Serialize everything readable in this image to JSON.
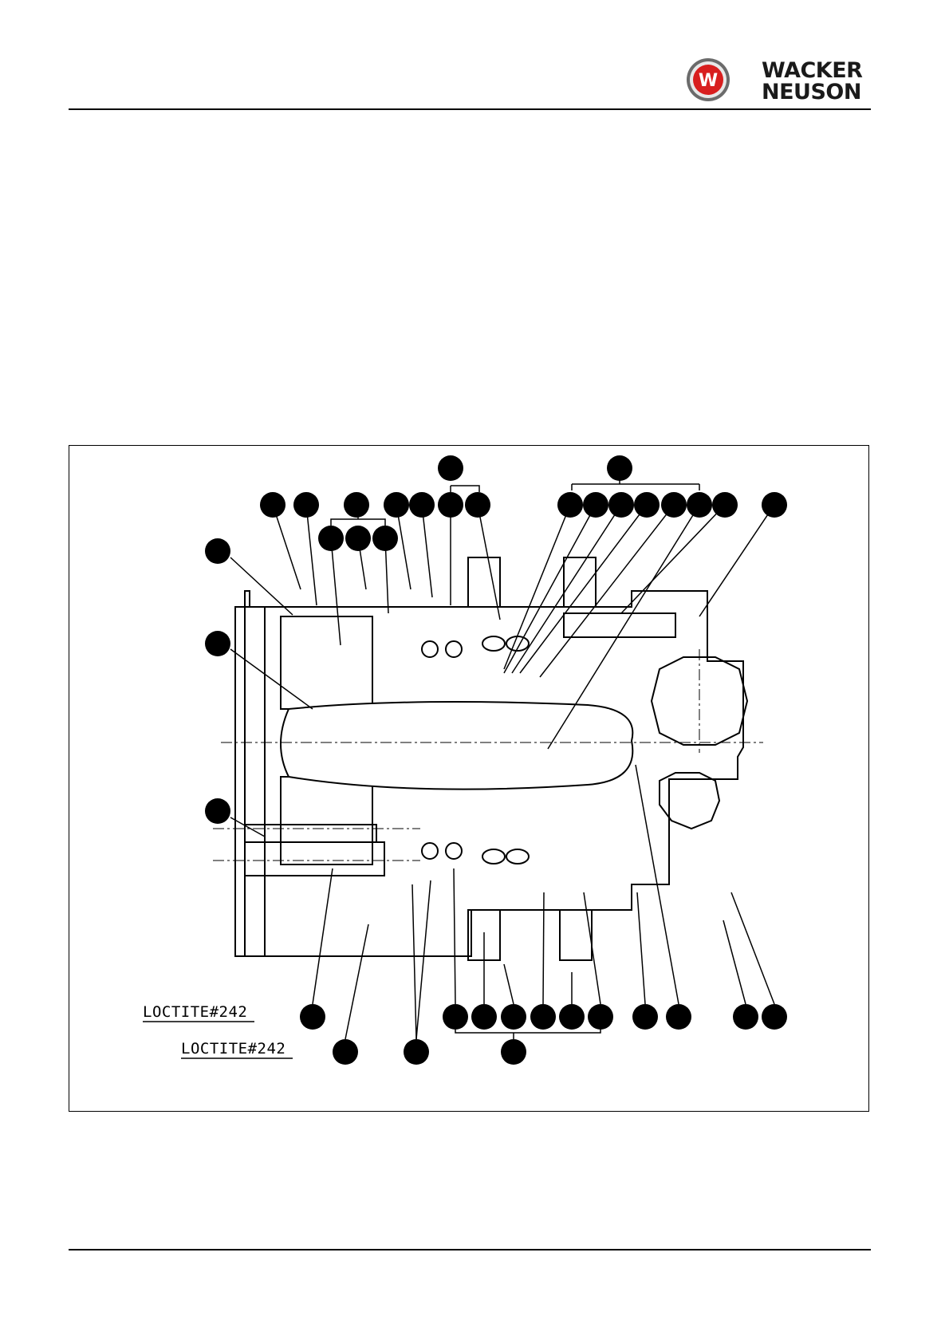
{
  "brand": {
    "wordmark_line1": "WACKER",
    "wordmark_line2": "NEUSON",
    "emblem_letter": "W",
    "emblem_color": "#d81e1e",
    "emblem_ring_color": "#6b6b6b"
  },
  "figure": {
    "annotations": [
      "LOCTITE#242",
      "LOCTITE#242"
    ],
    "callout_color": "#000000"
  }
}
